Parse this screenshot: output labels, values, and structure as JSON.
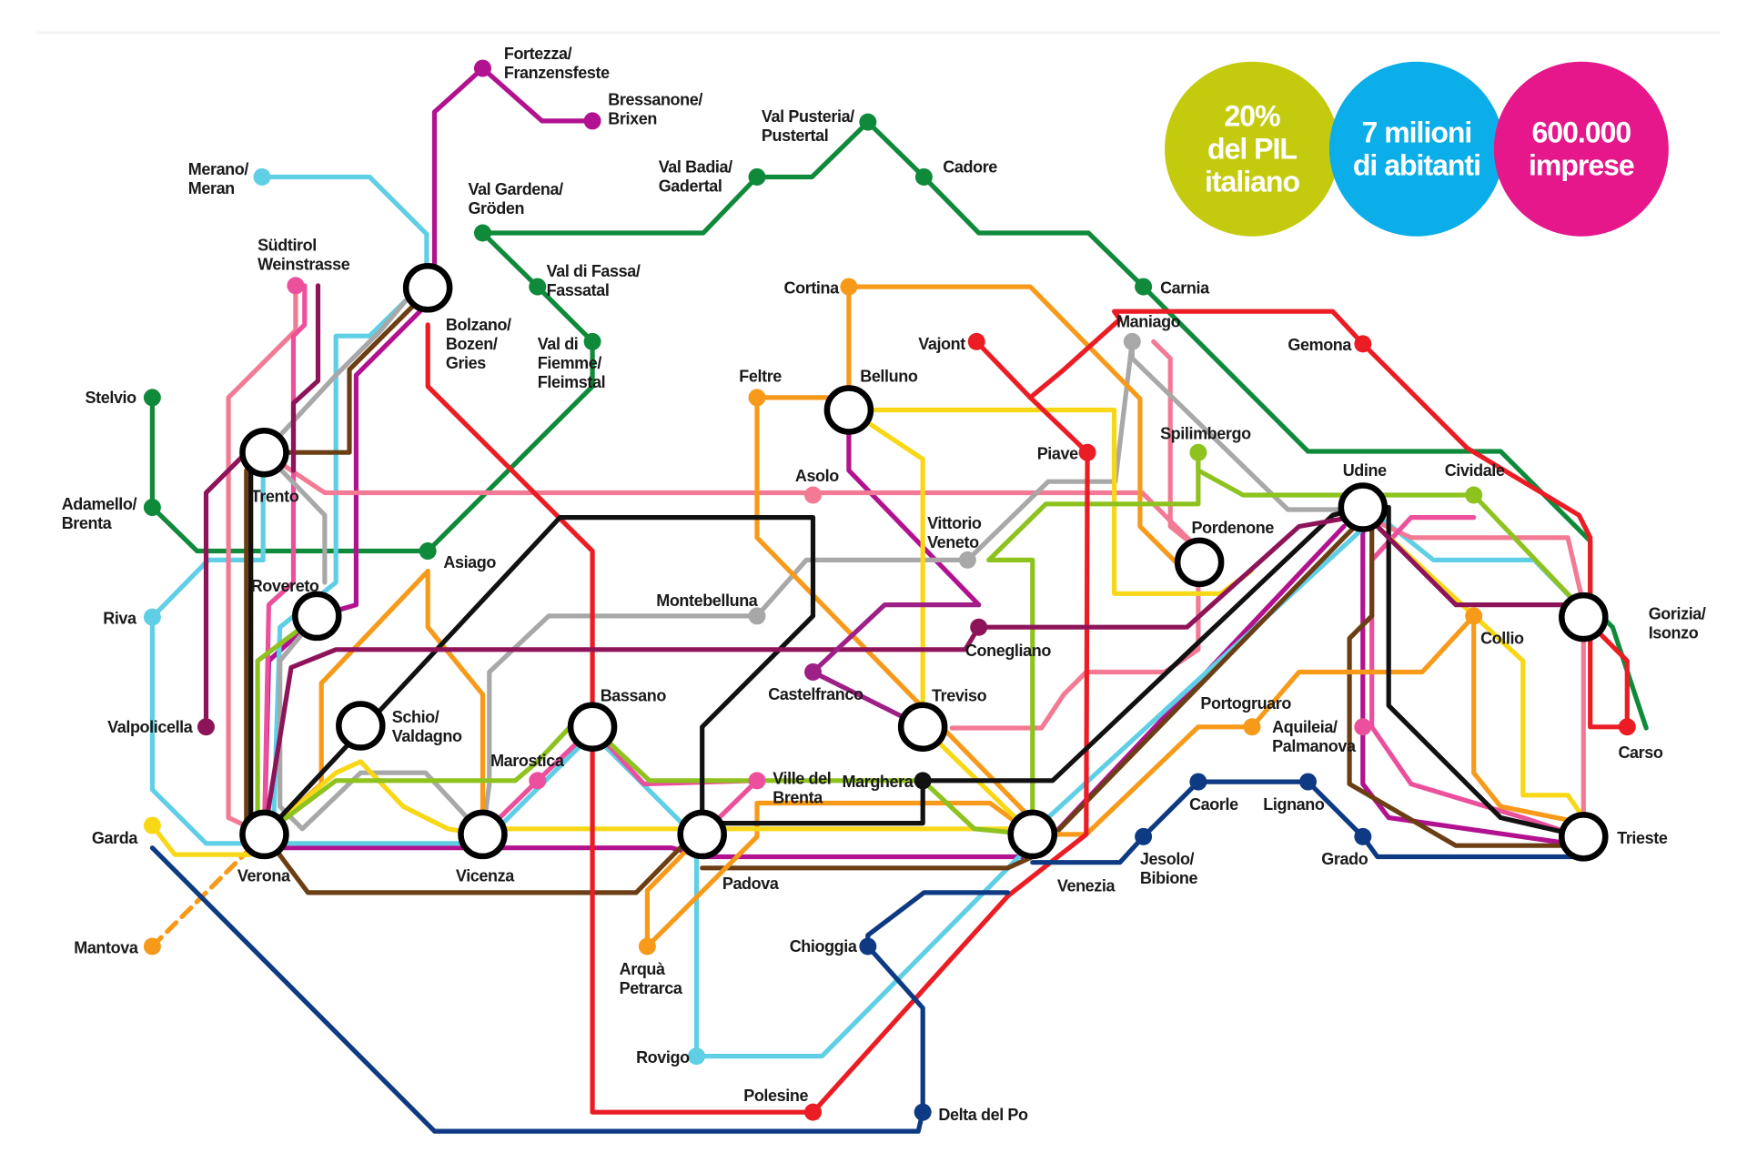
{
  "stats": [
    {
      "lines": [
        "20%",
        "del PIL",
        "italiano"
      ],
      "color": "#c4cb0e"
    },
    {
      "lines": [
        "7 milioni",
        "di abitanti"
      ],
      "color": "#0baee8"
    },
    {
      "lines": [
        "600.000",
        "imprese"
      ],
      "color": "#e5178a"
    }
  ],
  "colors": {
    "green": "#0f8a3a",
    "magenta": "#b2128f",
    "cyan": "#5fcfe6",
    "pink": "#f37a95",
    "hotpink": "#ec4f9b",
    "gray": "#a8a8a8",
    "brown": "#6b3e14",
    "orange": "#f79a1a",
    "yellow": "#f8d816",
    "lime": "#8dc21f",
    "red": "#ec1c24",
    "black": "#111111",
    "navy": "#0d3a82",
    "maroon": "#8e1459",
    "purple": "#9e1f85"
  },
  "hubs": [
    {
      "name": "Bolzano/Bozen/Gries",
      "label_lines": [
        "Bolzano/",
        "Bozen/",
        "Gries"
      ]
    },
    {
      "name": "Trento",
      "label_lines": [
        "Trento"
      ]
    },
    {
      "name": "Rovereto",
      "label_lines": [
        "Rovereto"
      ]
    },
    {
      "name": "Schio/Valdagno",
      "label_lines": [
        "Schio/",
        "Valdagno"
      ]
    },
    {
      "name": "Verona",
      "label_lines": [
        "Verona"
      ]
    },
    {
      "name": "Vicenza",
      "label_lines": [
        "Vicenza"
      ]
    },
    {
      "name": "Bassano",
      "label_lines": [
        "Bassano"
      ]
    },
    {
      "name": "Padova",
      "label_lines": [
        "Padova"
      ]
    },
    {
      "name": "Treviso",
      "label_lines": [
        "Treviso"
      ]
    },
    {
      "name": "Venezia",
      "label_lines": [
        "Venezia"
      ]
    },
    {
      "name": "Belluno",
      "label_lines": [
        "Belluno"
      ]
    },
    {
      "name": "Pordenone",
      "label_lines": [
        "Pordenone"
      ]
    },
    {
      "name": "Udine",
      "label_lines": [
        "Udine"
      ]
    },
    {
      "name": "Gorizia/Isonzo",
      "label_lines": [
        "Gorizia/",
        "Isonzo"
      ]
    },
    {
      "name": "Trieste",
      "label_lines": [
        "Trieste"
      ]
    }
  ],
  "stations": [
    {
      "name": "Fortezza/Franzensfeste",
      "label_lines": [
        "Fortezza/",
        "Franzensfeste"
      ],
      "color": "#b2128f"
    },
    {
      "name": "Bressanone/Brixen",
      "label_lines": [
        "Bressanone/",
        "Brixen"
      ],
      "color": "#b2128f"
    },
    {
      "name": "Merano/Meran",
      "label_lines": [
        "Merano/",
        "Meran"
      ],
      "color": "#5fcfe6"
    },
    {
      "name": "Südtirol Weinstrasse",
      "label_lines": [
        "Südtirol",
        "Weinstrasse"
      ],
      "color": "#ec4f9b"
    },
    {
      "name": "Val Gardena/Gröden",
      "label_lines": [
        "Val Gardena/",
        "Gröden"
      ],
      "color": "#0f8a3a"
    },
    {
      "name": "Val di Fassa/Fassatal",
      "label_lines": [
        "Val di Fassa/",
        "Fassatal"
      ],
      "color": "#0f8a3a"
    },
    {
      "name": "Val di Fiemme/Fleimstal",
      "label_lines": [
        "Val di",
        "Fiemme/",
        "Fleimstal"
      ],
      "color": "#0f8a3a"
    },
    {
      "name": "Val Badia/Gadertal",
      "label_lines": [
        "Val Badia/",
        "Gadertal"
      ],
      "color": "#0f8a3a"
    },
    {
      "name": "Val Pusteria/Pustertal",
      "label_lines": [
        "Val Pusteria/",
        "Pustertal"
      ],
      "color": "#0f8a3a"
    },
    {
      "name": "Cadore",
      "label_lines": [
        "Cadore"
      ],
      "color": "#0f8a3a"
    },
    {
      "name": "Carnia",
      "label_lines": [
        "Carnia"
      ],
      "color": "#0f8a3a"
    },
    {
      "name": "Stelvio",
      "label_lines": [
        "Stelvio"
      ],
      "color": "#0f8a3a"
    },
    {
      "name": "Adamello/Brenta",
      "label_lines": [
        "Adamello/",
        "Brenta"
      ],
      "color": "#0f8a3a"
    },
    {
      "name": "Asiago",
      "label_lines": [
        "Asiago"
      ],
      "color": "#0f8a3a"
    },
    {
      "name": "Riva",
      "label_lines": [
        "Riva"
      ],
      "color": "#5fcfe6"
    },
    {
      "name": "Valpolicella",
      "label_lines": [
        "Valpolicella"
      ],
      "color": "#8e1459"
    },
    {
      "name": "Garda",
      "label_lines": [
        "Garda"
      ],
      "color": "#f8d816"
    },
    {
      "name": "Mantova",
      "label_lines": [
        "Mantova"
      ],
      "color": "#f79a1a"
    },
    {
      "name": "Cortina",
      "label_lines": [
        "Cortina"
      ],
      "color": "#f79a1a"
    },
    {
      "name": "Feltre",
      "label_lines": [
        "Feltre"
      ],
      "color": "#f79a1a"
    },
    {
      "name": "Asolo",
      "label_lines": [
        "Asolo"
      ],
      "color": "#f37a95"
    },
    {
      "name": "Montebelluna",
      "label_lines": [
        "Montebelluna"
      ],
      "color": "#a8a8a8"
    },
    {
      "name": "Vittorio Veneto",
      "label_lines": [
        "Vittorio",
        "Veneto"
      ],
      "color": "#a8a8a8"
    },
    {
      "name": "Conegliano",
      "label_lines": [
        "Conegliano"
      ],
      "color": "#8e1459"
    },
    {
      "name": "Castelfranco",
      "label_lines": [
        "Castelfranco"
      ],
      "color": "#9e1f85"
    },
    {
      "name": "Marostica",
      "label_lines": [
        "Marostica"
      ],
      "color": "#ec4f9b"
    },
    {
      "name": "Ville del Brenta",
      "label_lines": [
        "Ville del",
        "Brenta"
      ],
      "color": "#ec4f9b"
    },
    {
      "name": "Marghera",
      "label_lines": [
        "Marghera"
      ],
      "color": "#111111"
    },
    {
      "name": "Arquà Petrarca",
      "label_lines": [
        "Arquà",
        "Petrarca"
      ],
      "color": "#f79a1a"
    },
    {
      "name": "Rovigo",
      "label_lines": [
        "Rovigo"
      ],
      "color": "#5fcfe6"
    },
    {
      "name": "Polesine",
      "label_lines": [
        "Polesine"
      ],
      "color": "#ec1c24"
    },
    {
      "name": "Chioggia",
      "label_lines": [
        "Chioggia"
      ],
      "color": "#0d3a82"
    },
    {
      "name": "Delta del Po",
      "label_lines": [
        "Delta del Po"
      ],
      "color": "#0d3a82"
    },
    {
      "name": "Vajont",
      "label_lines": [
        "Vajont"
      ],
      "color": "#ec1c24"
    },
    {
      "name": "Piave",
      "label_lines": [
        "Piave"
      ],
      "color": "#ec1c24"
    },
    {
      "name": "Maniago",
      "label_lines": [
        "Maniago"
      ],
      "color": "#a8a8a8"
    },
    {
      "name": "Spilimbergo",
      "label_lines": [
        "Spilimbergo"
      ],
      "color": "#8dc21f"
    },
    {
      "name": "Gemona",
      "label_lines": [
        "Gemona"
      ],
      "color": "#ec1c24"
    },
    {
      "name": "Cividale",
      "label_lines": [
        "Cividale"
      ],
      "color": "#8dc21f"
    },
    {
      "name": "Collio",
      "label_lines": [
        "Collio"
      ],
      "color": "#f79a1a"
    },
    {
      "name": "Portogruaro",
      "label_lines": [
        "Portogruaro"
      ],
      "color": "#f79a1a"
    },
    {
      "name": "Aquileia/Palmanova",
      "label_lines": [
        "Aquileia/",
        "Palmanova"
      ],
      "color": "#ec4f9b"
    },
    {
      "name": "Caorle",
      "label_lines": [
        "Caorle"
      ],
      "color": "#0d3a82"
    },
    {
      "name": "Lignano",
      "label_lines": [
        "Lignano"
      ],
      "color": "#0d3a82"
    },
    {
      "name": "Jesolo/Bibione",
      "label_lines": [
        "Jesolo/",
        "Bibione"
      ],
      "color": "#0d3a82"
    },
    {
      "name": "Grado",
      "label_lines": [
        "Grado"
      ],
      "color": "#0d3a82"
    },
    {
      "name": "Carso",
      "label_lines": [
        "Carso"
      ],
      "color": "#ec1c24"
    }
  ]
}
